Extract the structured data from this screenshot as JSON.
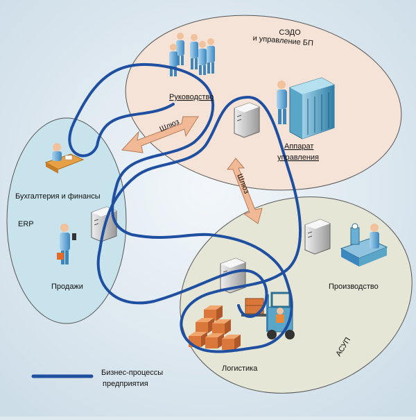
{
  "zones": {
    "sedo": {
      "title_line1": "СЭДО",
      "title_line2": "и управление БП",
      "management": "Руководство",
      "apparatus_line1": "Аппарат",
      "apparatus_line2": "управления"
    },
    "erp": {
      "title": "ERP",
      "accounting": "Бухгалтерия и финансы",
      "sales": "Продажи"
    },
    "asup": {
      "title": "АСУП",
      "logistics": "Логистика",
      "production": "Производство"
    }
  },
  "gateways": {
    "gateway_top": "Шлюз",
    "gateway_right": "Шлюз"
  },
  "legend": {
    "line1": "Бизнес-процессы",
    "line2": "предприятия"
  },
  "colors": {
    "sedo_fill": "#f6e3d7",
    "erp_fill": "#c8e3ec",
    "asup_fill": "#e5e6d6",
    "process_line": "#1f4fa0",
    "gateway_arrow": "#f2b996"
  },
  "icons": [
    "people-group-icon",
    "operator-icon",
    "server-rack-icon",
    "server-icon",
    "accountant-desk-icon",
    "sales-person-icon",
    "boxes-icon",
    "forklift-icon",
    "production-machine-icon"
  ]
}
